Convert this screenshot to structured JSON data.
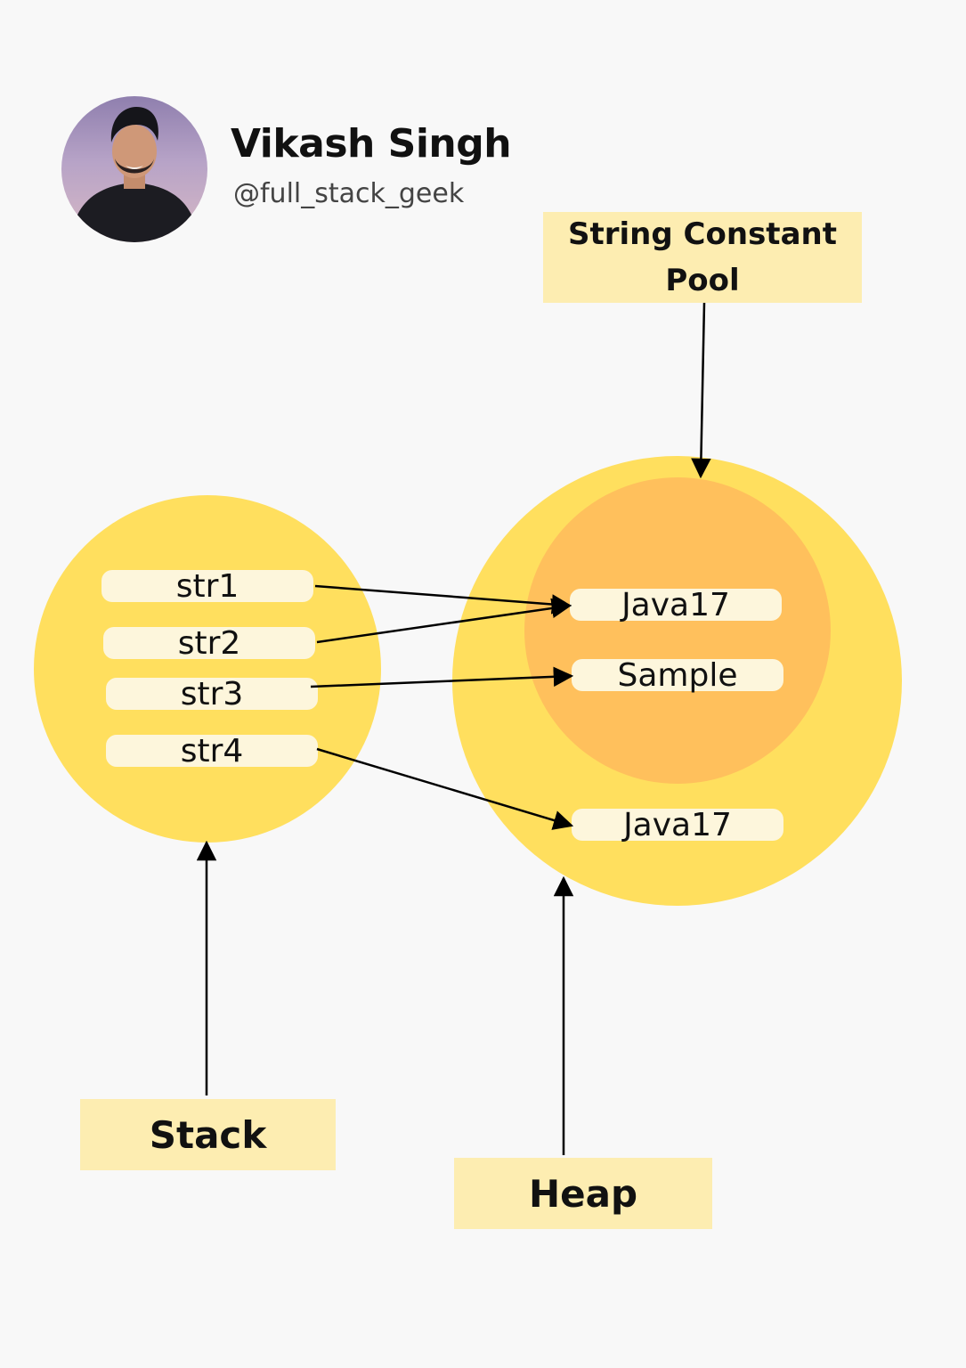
{
  "author": {
    "name": "Vikash Singh",
    "handle": "@full_stack_geek"
  },
  "labels": {
    "string_pool": [
      "String Constant",
      "Pool"
    ],
    "stack": "Stack",
    "heap": "Heap"
  },
  "stack": {
    "variables": [
      "str1",
      "str2",
      "str3",
      "str4"
    ]
  },
  "heap": {
    "pool_objects": [
      "Java17",
      "Sample"
    ],
    "objects": [
      "Java17"
    ]
  },
  "colors": {
    "background": "#f8f8f8",
    "circle_yellow": "#ffdf5e",
    "pool_orange": "#ffc05c",
    "label_box": "#fdedb1",
    "pill": "#fdf6dc"
  }
}
